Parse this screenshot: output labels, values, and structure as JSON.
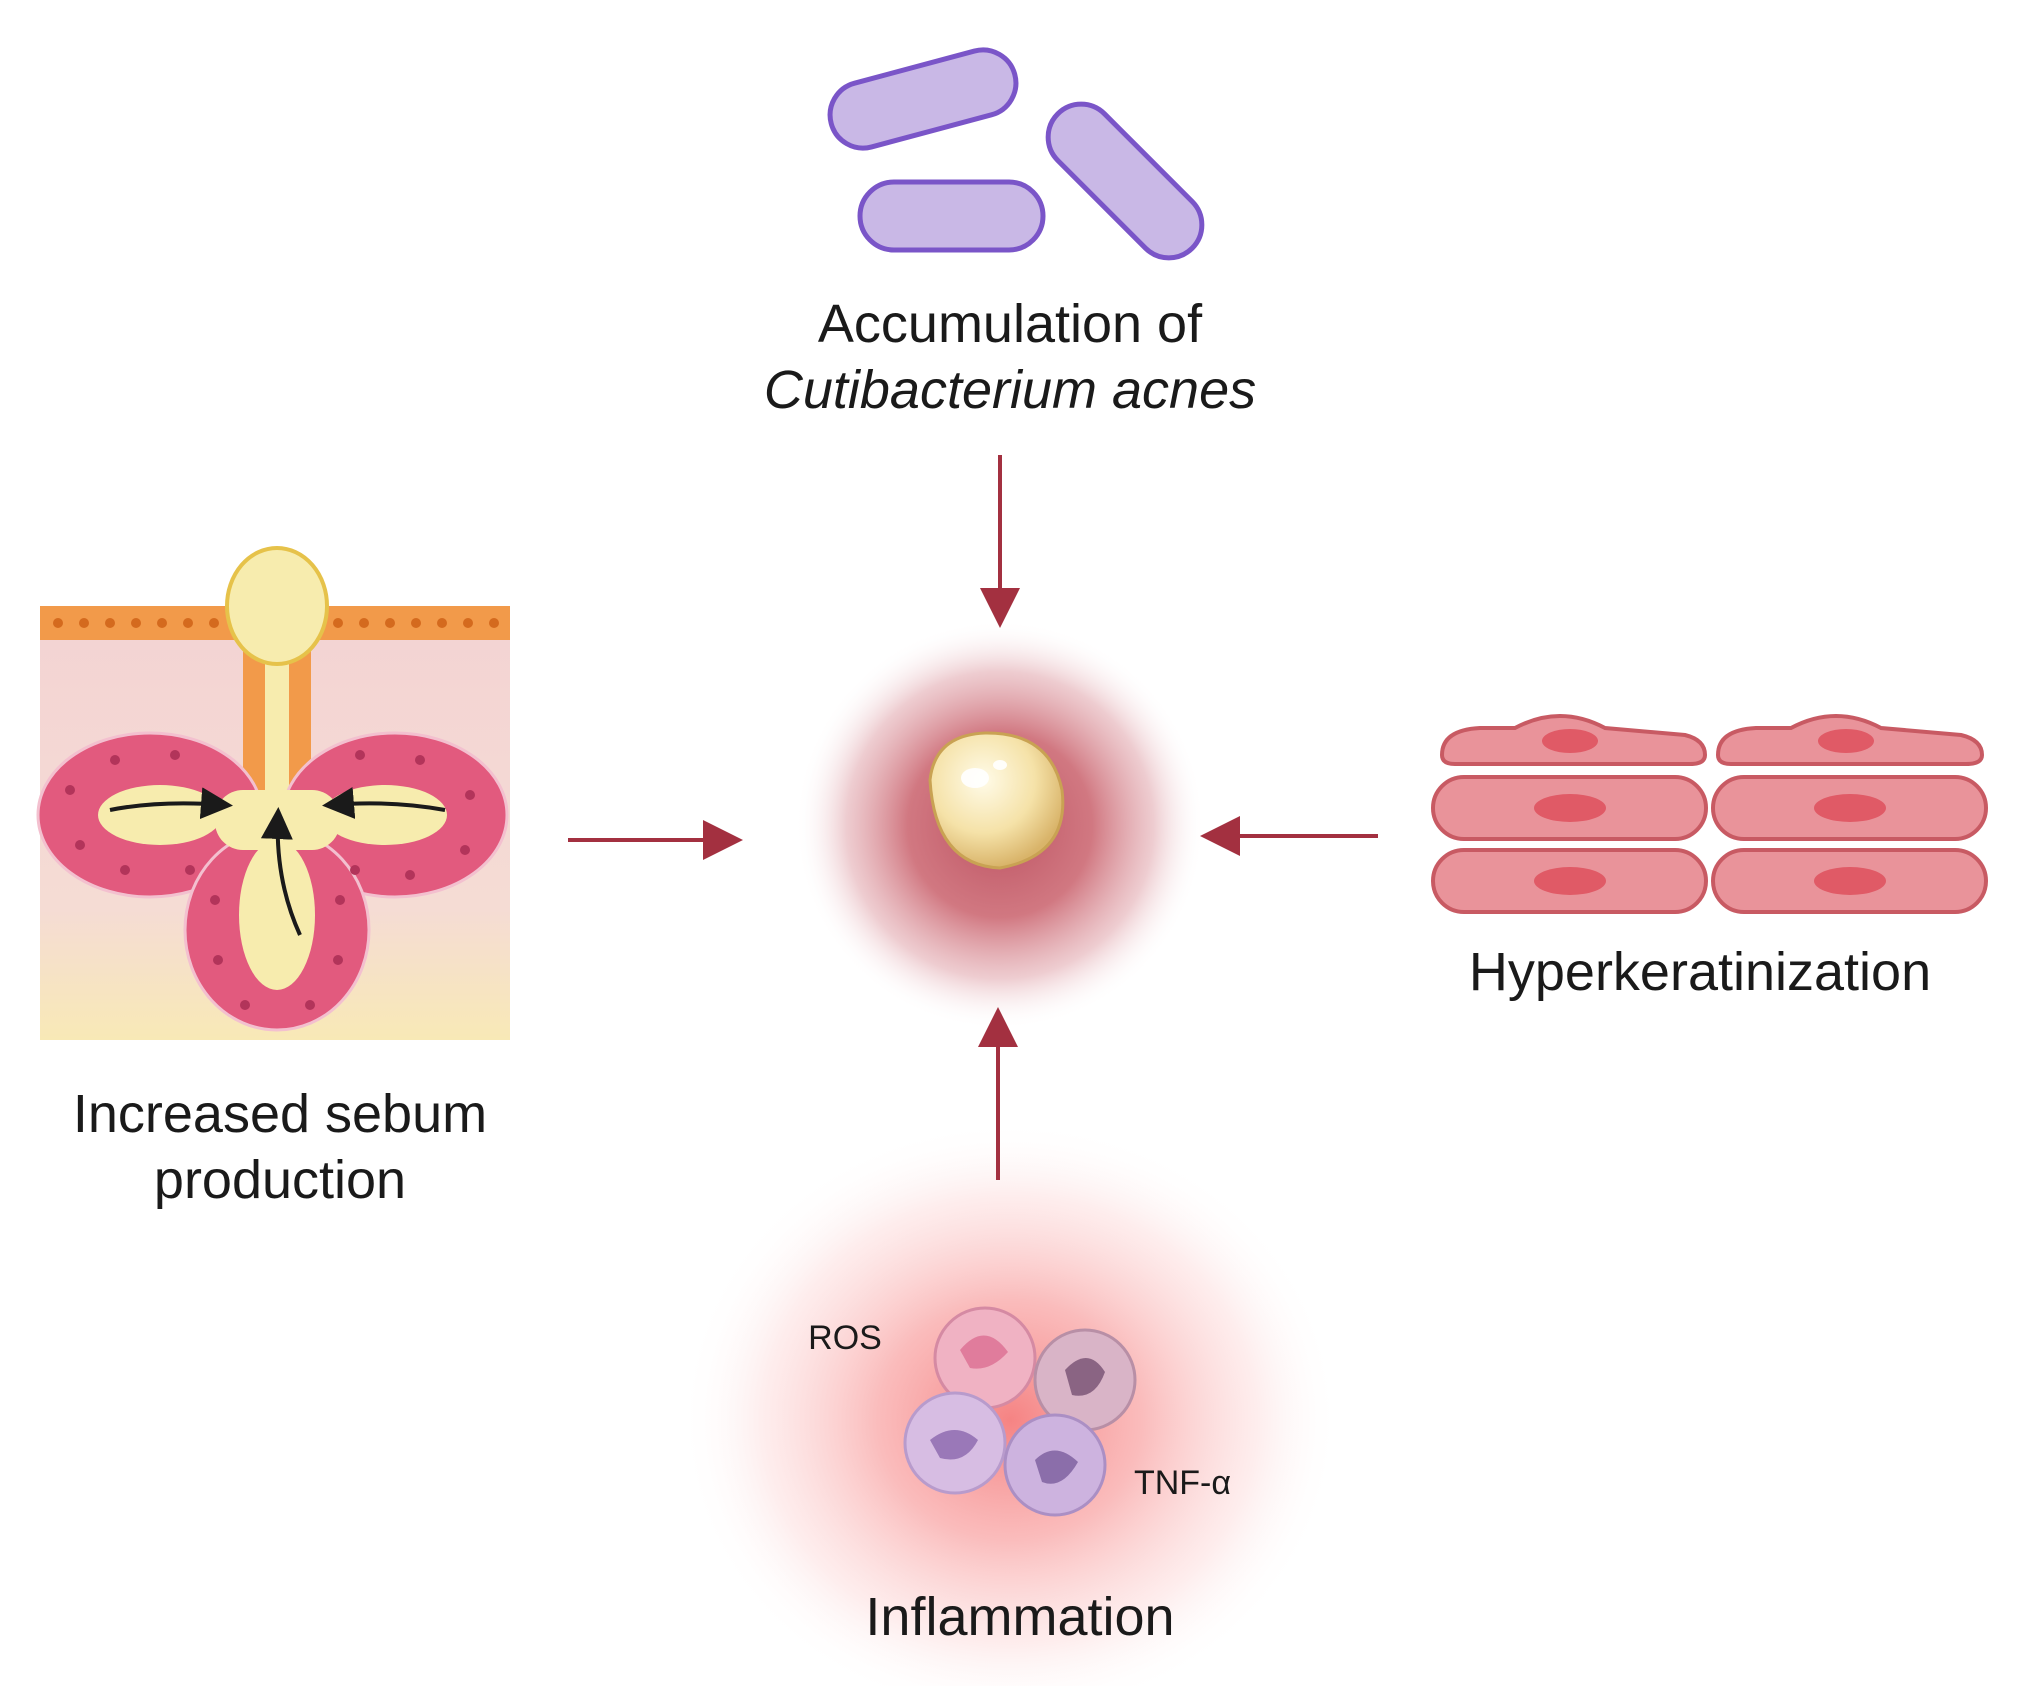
{
  "labels": {
    "bacteria_line1": "Accumulation of",
    "bacteria_line2": "Cutibacterium acnes",
    "sebum_line1": "Increased sebum",
    "sebum_line2": "production",
    "hyperkeratinization": "Hyperkeratinization",
    "inflammation": "Inflammation",
    "ros": "ROS",
    "tnf": "TNF-α"
  },
  "colors": {
    "arrow": "#a33040",
    "bacteria_fill": "#c9b8e6",
    "bacteria_stroke": "#7a55c8",
    "skin_cell_fill": "#e9939a",
    "skin_cell_nucleus": "#e05a66",
    "sebaceous_gland": "#e25a7e",
    "sebum": "#f7ecae",
    "epidermis": "#f29a4a",
    "inflammation_glow": "#f46b6b",
    "pimple_glow": "#c9606b"
  }
}
